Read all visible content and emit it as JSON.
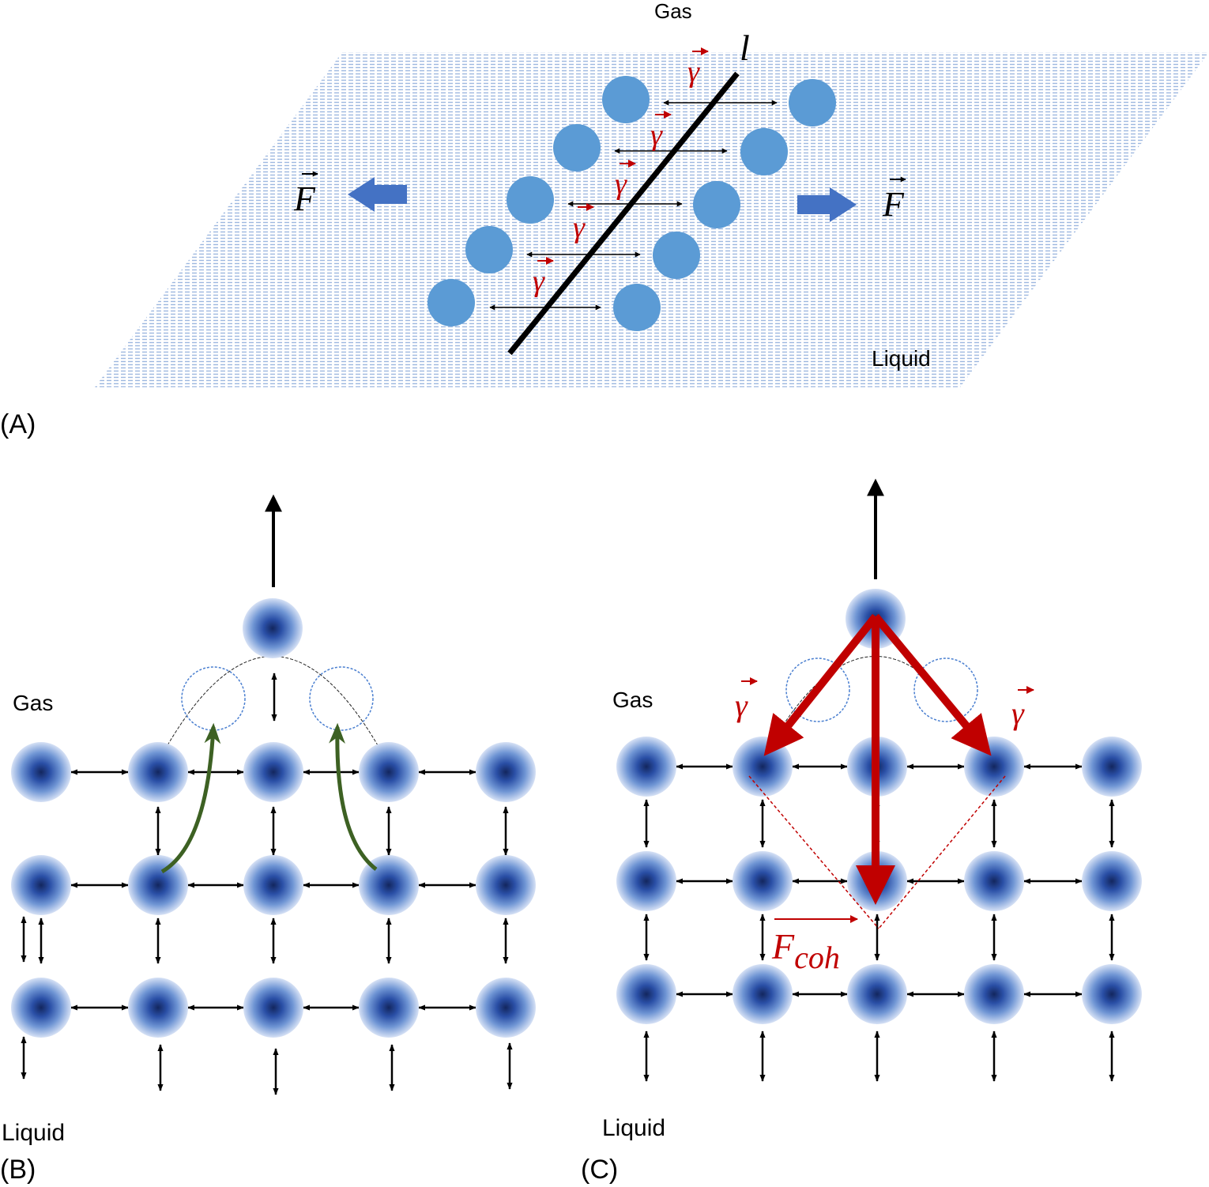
{
  "panel_a": {
    "label": "(A)",
    "gas_label": "Gas",
    "liquid_label": "Liquid",
    "line_label": "l",
    "force_symbol": "F",
    "tension_symbol": "γ",
    "colors": {
      "plane": "#aac4e6",
      "molecule": "#5b9bd5",
      "force_arrow": "#4472c4",
      "tension": "#c00000",
      "line": "#000000"
    }
  },
  "panel_b": {
    "label": "(B)",
    "gas_label": "Gas",
    "liquid_label": "Liquid",
    "colors": {
      "molecule_core": "#1f3f8f",
      "molecule_edge": "#cfdbf2",
      "curved_arrow": "#3d6123",
      "vacancy": "#4a7fd0"
    }
  },
  "panel_c": {
    "label": "(C)",
    "gas_label": "Gas",
    "liquid_label": "Liquid",
    "tension_symbol": "γ",
    "cohesion_symbol": "F",
    "cohesion_subscript": "coh",
    "colors": {
      "force": "#c00000",
      "molecule_core": "#1f3f8f"
    }
  }
}
